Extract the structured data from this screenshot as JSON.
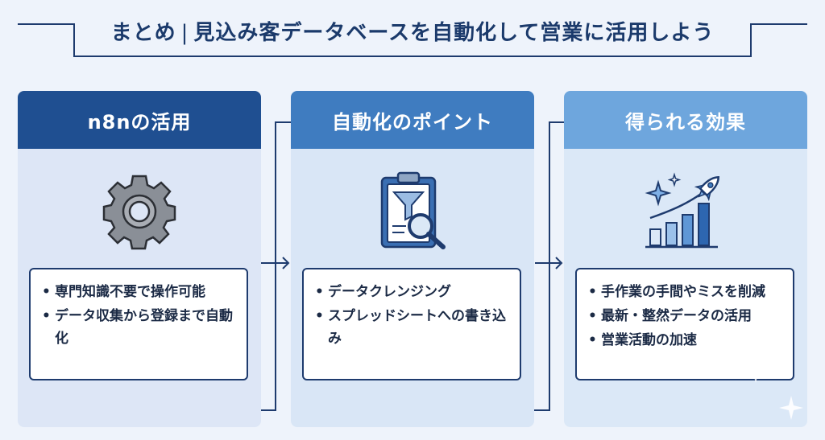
{
  "title": {
    "prefix": "まとめ",
    "separator": "|",
    "main": "見込み客データベースを自動化して営業に活用しよう"
  },
  "cards": [
    {
      "header": "n8nの活用",
      "icon": "gear-icon",
      "items": [
        "専門知識不要で操作可能",
        "データ収集から登録まで自動化"
      ]
    },
    {
      "header": "自動化のポイント",
      "icon": "clipboard-filter-search-icon",
      "items": [
        "データクレンジング",
        "スプレッドシートへの書き込み"
      ]
    },
    {
      "header": "得られる効果",
      "icon": "growth-chart-rocket-icon",
      "items": [
        "手作業の手間やミスを削減",
        "最新・整然データの活用",
        "営業活動の加速"
      ]
    }
  ],
  "colors": {
    "header_1": "#1f4f91",
    "header_2": "#3f7cc0",
    "header_3": "#6ea6dd",
    "accent_dark": "#1e3b6e"
  }
}
